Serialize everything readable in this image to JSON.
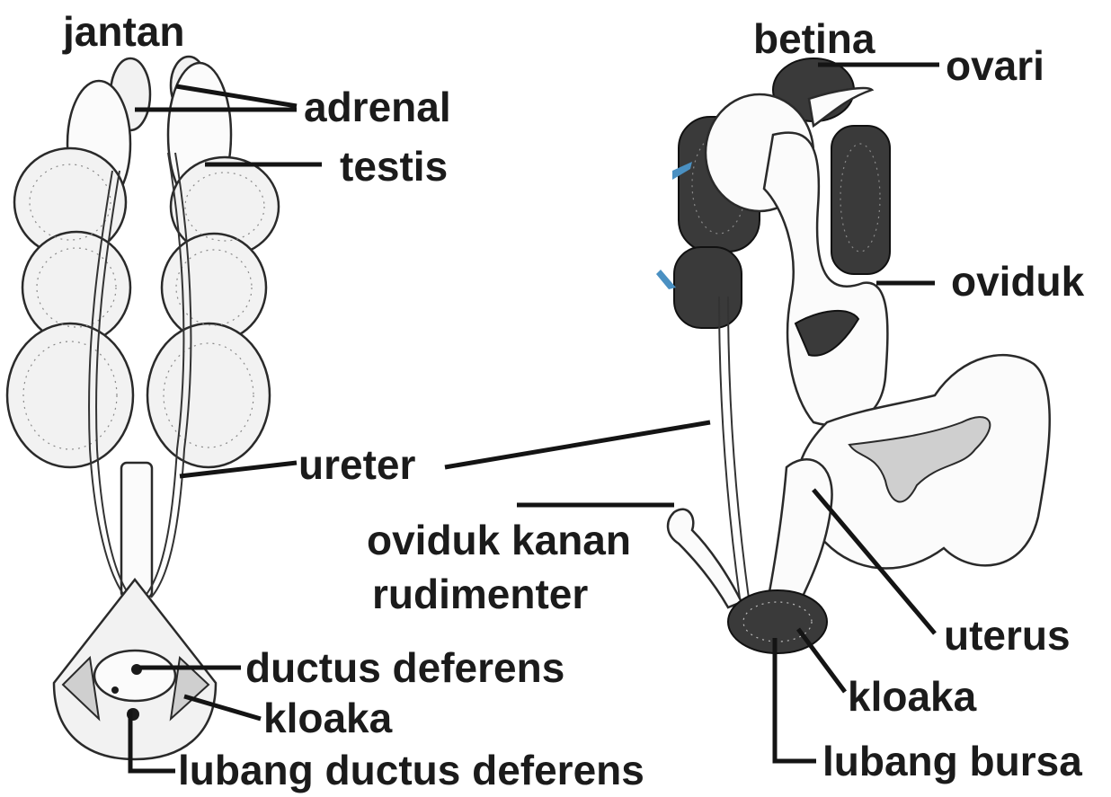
{
  "male": {
    "title": "jantan",
    "labels": {
      "adrenal": "adrenal",
      "testis": "testis",
      "ureter": "ureter",
      "ductus_deferens": "ductus deferens",
      "kloaka": "kloaka",
      "lubang_ductus_deferens": "lubang ductus deferens"
    }
  },
  "female": {
    "title": "betina",
    "labels": {
      "ovari": "ovari",
      "oviduk": "oviduk",
      "oviduk_kanan_rudimenter_1": "oviduk kanan",
      "oviduk_kanan_rudimenter_2": "rudimenter",
      "uterus": "uterus",
      "kloaka": "kloaka",
      "lubang_bursa": "lubang bursa"
    }
  },
  "colors": {
    "line": "#141414",
    "text": "#1b1b1b",
    "tissue": "#f2f2f2",
    "ovary": "#3a3a3a",
    "accent": "#4a90c2"
  }
}
